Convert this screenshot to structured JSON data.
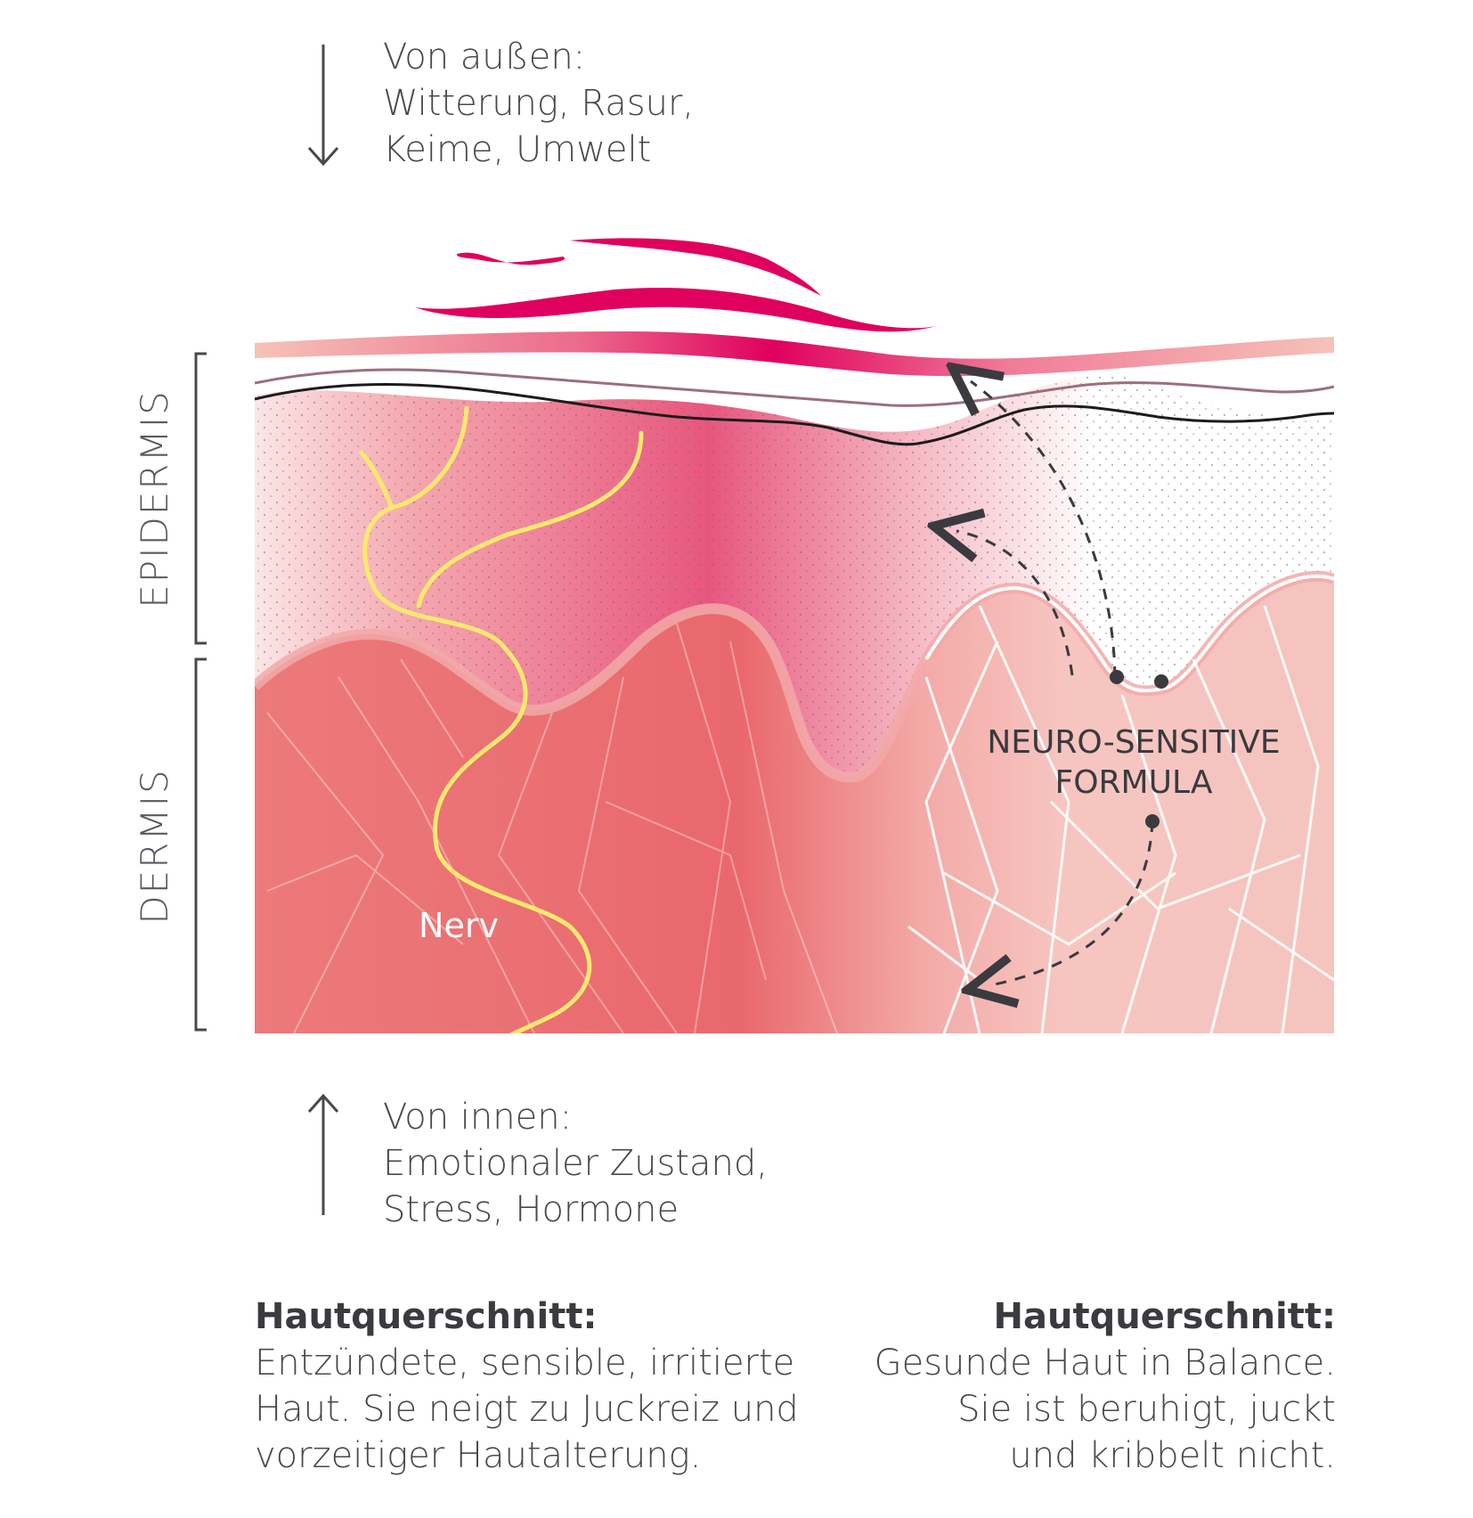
{
  "outside": {
    "heading": "Von außen:",
    "line1": "Witterung, Rasur,",
    "line2": "Keime, Umwelt"
  },
  "inside": {
    "heading": "Von innen:",
    "line1": "Emotionaler Zustand,",
    "line2": "Stress, Hormone"
  },
  "layers": {
    "epidermis": "EPIDERMIS",
    "dermis": "DERMIS"
  },
  "labels": {
    "nerve": "Nerv",
    "formula_line1": "NEURO-SENSITIVE",
    "formula_line2": "FORMULA"
  },
  "caption_left": {
    "title": "Hautquerschnitt:",
    "line1": "Entzündete, sensible, irritierte",
    "line2": "Haut. Sie neigt zu Juckreiz und",
    "line3": "vorzeitiger Hautalterung."
  },
  "caption_right": {
    "title": "Hautquerschnitt:",
    "line1": "Gesunde Haut in Balance.",
    "line2": "Sie ist beruhigt, juckt",
    "line3": "und kribbelt nicht."
  },
  "colors": {
    "irritation": "#e0005e",
    "nerve": "#fde96e",
    "dermis_irritated": "#ea6b6e",
    "dermis_healthy": "#f6c4bf",
    "epidermis_inflamed": "#e8567e",
    "text": "#48484d"
  },
  "icons": {
    "outside_arrow": "arrow-down-icon",
    "inside_arrow": "arrow-up-icon"
  }
}
